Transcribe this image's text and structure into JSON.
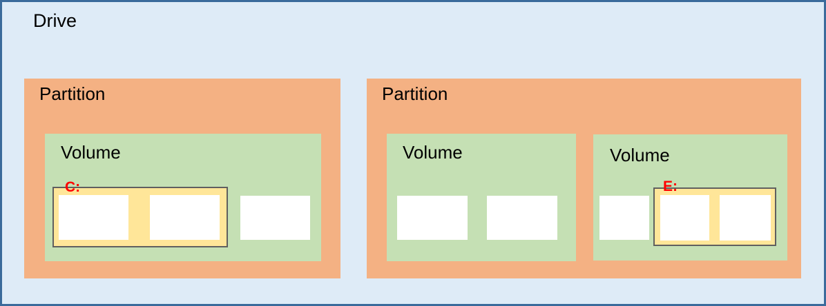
{
  "diagram": {
    "title": "Drive / Partition / Volume diagram",
    "drive": {
      "label": "Drive"
    },
    "partitions": [
      {
        "label": "Partition",
        "volumes": [
          {
            "label": "Volume",
            "drive_letter": "C:",
            "blocks_in_highlight": 2,
            "blocks_outside_highlight": 1
          }
        ]
      },
      {
        "label": "Partition",
        "volumes": [
          {
            "label": "Volume",
            "drive_letter": null,
            "blocks_in_highlight": 0,
            "blocks_outside_highlight": 2
          },
          {
            "label": "Volume",
            "drive_letter": "E:",
            "blocks_in_highlight": 2,
            "blocks_outside_highlight": 1
          }
        ]
      }
    ],
    "colors": {
      "drive_fill": "#DEEBF7",
      "drive_border": "#3A6A9B",
      "partition_fill": "#F4B183",
      "volume_fill": "#C5E0B4",
      "highlight_fill": "#FFE699",
      "highlight_border": "#5F5F5F",
      "block_fill": "#FFFFFF",
      "letter_color": "#FF0000",
      "label_color": "#000000"
    }
  }
}
